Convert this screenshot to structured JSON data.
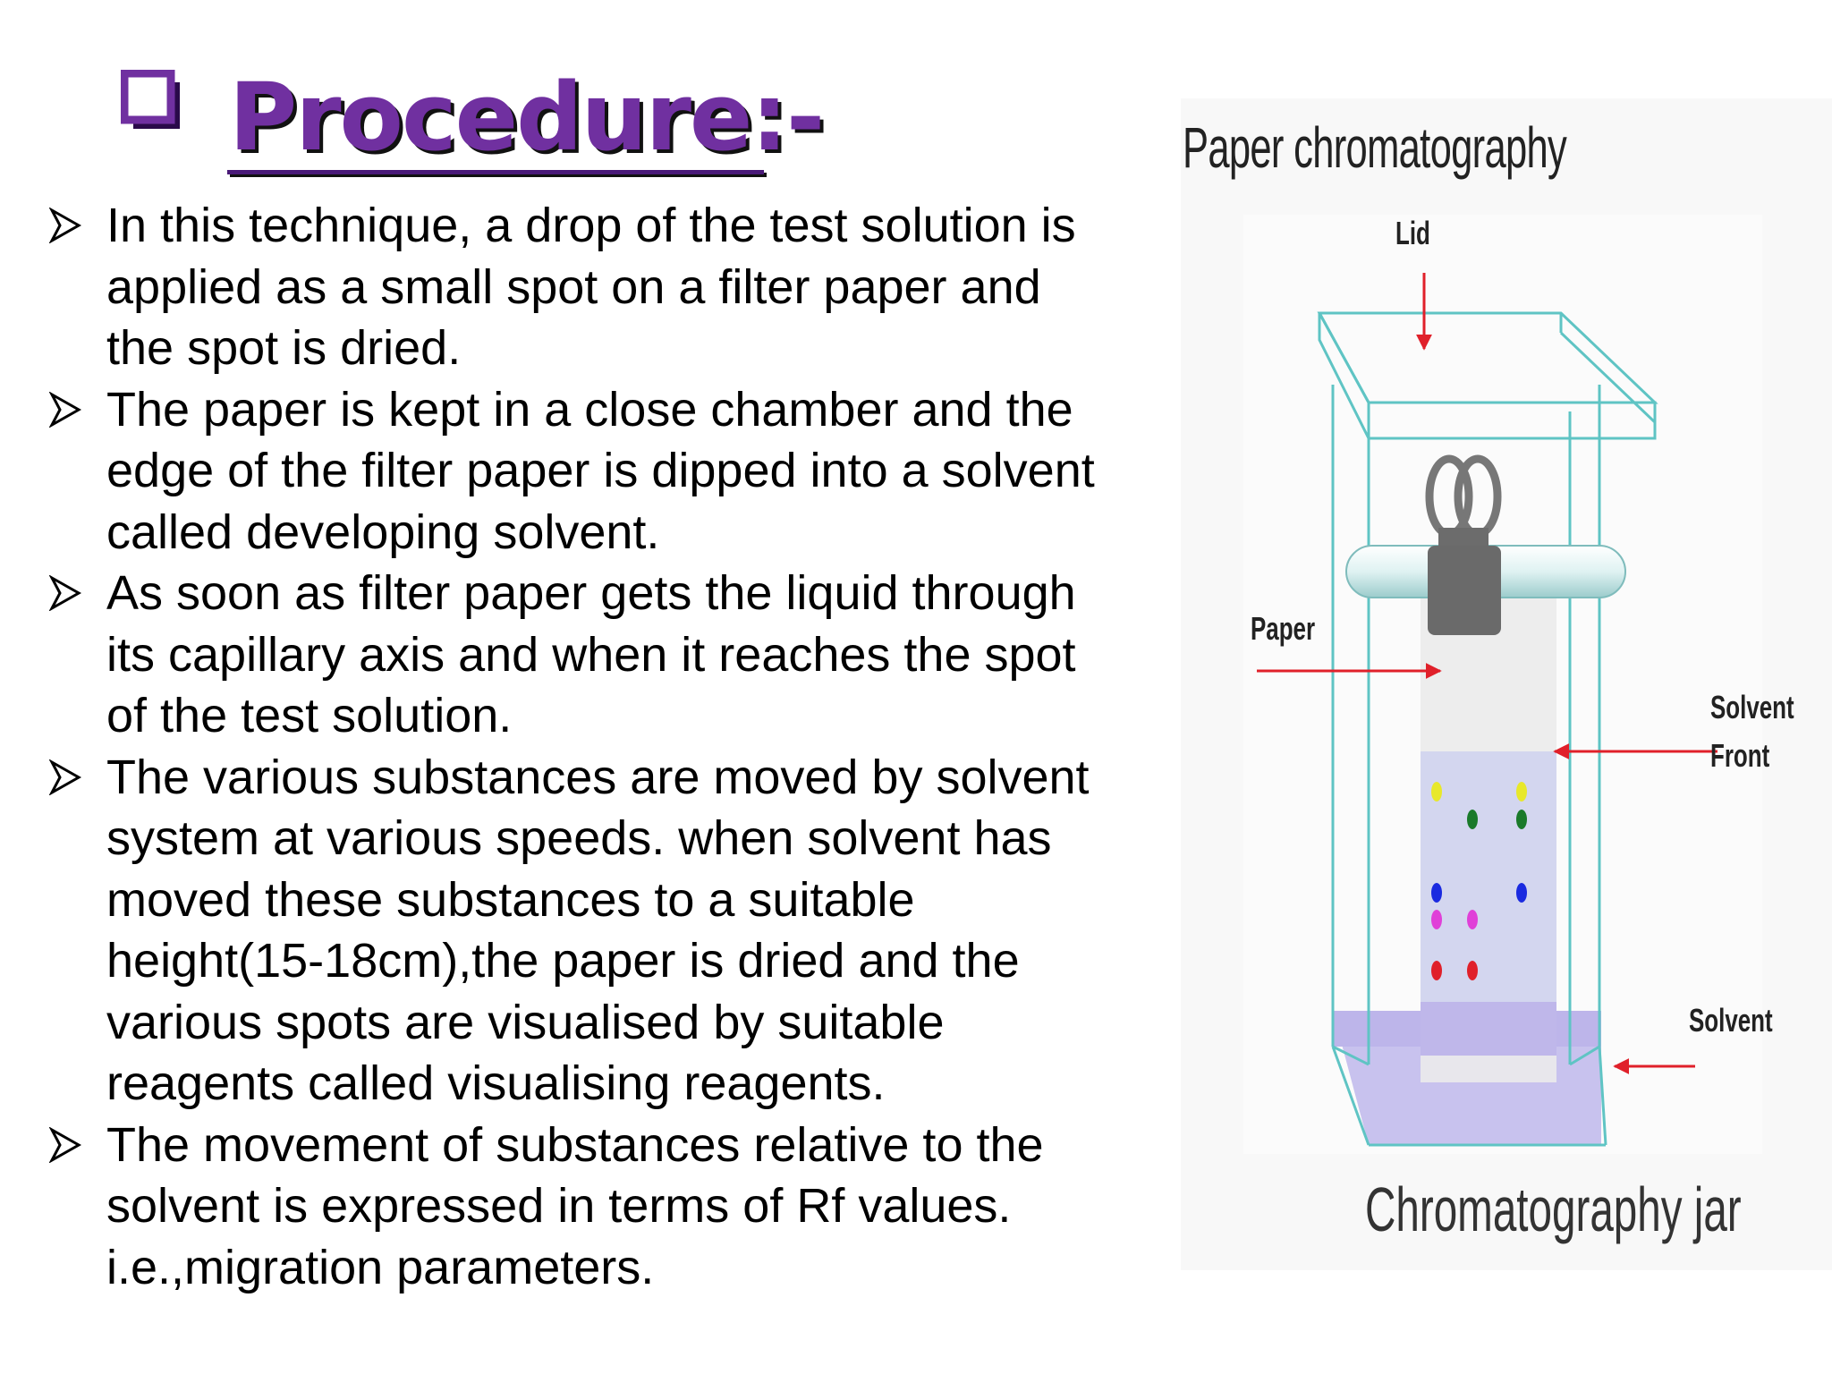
{
  "title": {
    "text": "Procedure:-",
    "bullet_icon": "hollow-square-icon",
    "color": "#7030a0"
  },
  "bullets": [
    {
      "icon": "arrow-bullet-icon",
      "lines": [
        "In this technique, a drop of the test solution is",
        "applied as a small spot on a filter paper and",
        "the spot is dried."
      ]
    },
    {
      "icon": "arrow-bullet-icon",
      "lines": [
        "The paper is kept in a close chamber and the",
        "edge of the filter paper is dipped into a solvent",
        "called developing solvent."
      ]
    },
    {
      "icon": "arrow-bullet-icon",
      "lines": [
        "As soon as filter paper gets the liquid through",
        "its capillary axis and when it reaches the spot",
        "of the test solution."
      ]
    },
    {
      "icon": "arrow-bullet-icon",
      "lines": [
        "The various substances are moved by solvent",
        "system at various speeds. when solvent has",
        "moved these substances to a suitable",
        "height(15-18cm),the paper is dried and the",
        "various spots are visualised by suitable",
        "reagents called visualising reagents."
      ]
    },
    {
      "icon": "arrow-bullet-icon",
      "lines": [
        "The movement of substances relative to the",
        "solvent is expressed  in terms of Rf values.",
        "i.e.,migration parameters."
      ]
    }
  ],
  "figure": {
    "title": "Paper chromatography",
    "label_lid": "Lid",
    "label_paper": "Paper",
    "label_solvent_front_1": "Solvent",
    "label_solvent_front_2": "Front",
    "label_solvent": "Solvent",
    "caption": "Chromatography jar",
    "colors": {
      "glass": "#5fc4c4",
      "arrow": "#e0202a",
      "solvent": "#c8c2ee",
      "spot_yellow": "#e8e82a",
      "spot_green": "#1a7a2a",
      "spot_blue": "#1a2ae0",
      "spot_magenta": "#e040d8",
      "spot_red": "#e0202a"
    }
  }
}
